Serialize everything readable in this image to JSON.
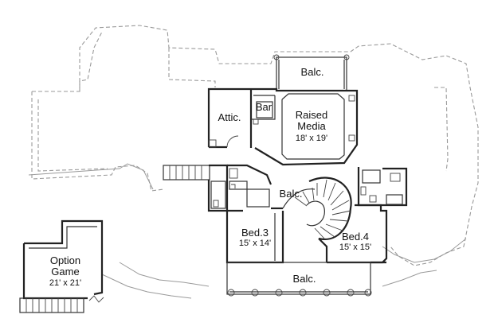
{
  "rooms": {
    "balc_top": {
      "name": "Balc."
    },
    "attic": {
      "name": "Attic."
    },
    "bar": {
      "name": "Bar"
    },
    "media": {
      "name_line1": "Raised",
      "name_line2": "Media",
      "dim": "18' x 19'"
    },
    "balc_center": {
      "name": "Balc."
    },
    "bed3": {
      "name": "Bed.3",
      "dim": "15' x 14'"
    },
    "bed4": {
      "name": "Bed.4",
      "dim": "15' x 15'"
    },
    "balc_bottom": {
      "name": "Balc."
    },
    "option_game": {
      "name_line1": "Option",
      "name_line2": "Game",
      "dim": "21' x 21'"
    }
  }
}
